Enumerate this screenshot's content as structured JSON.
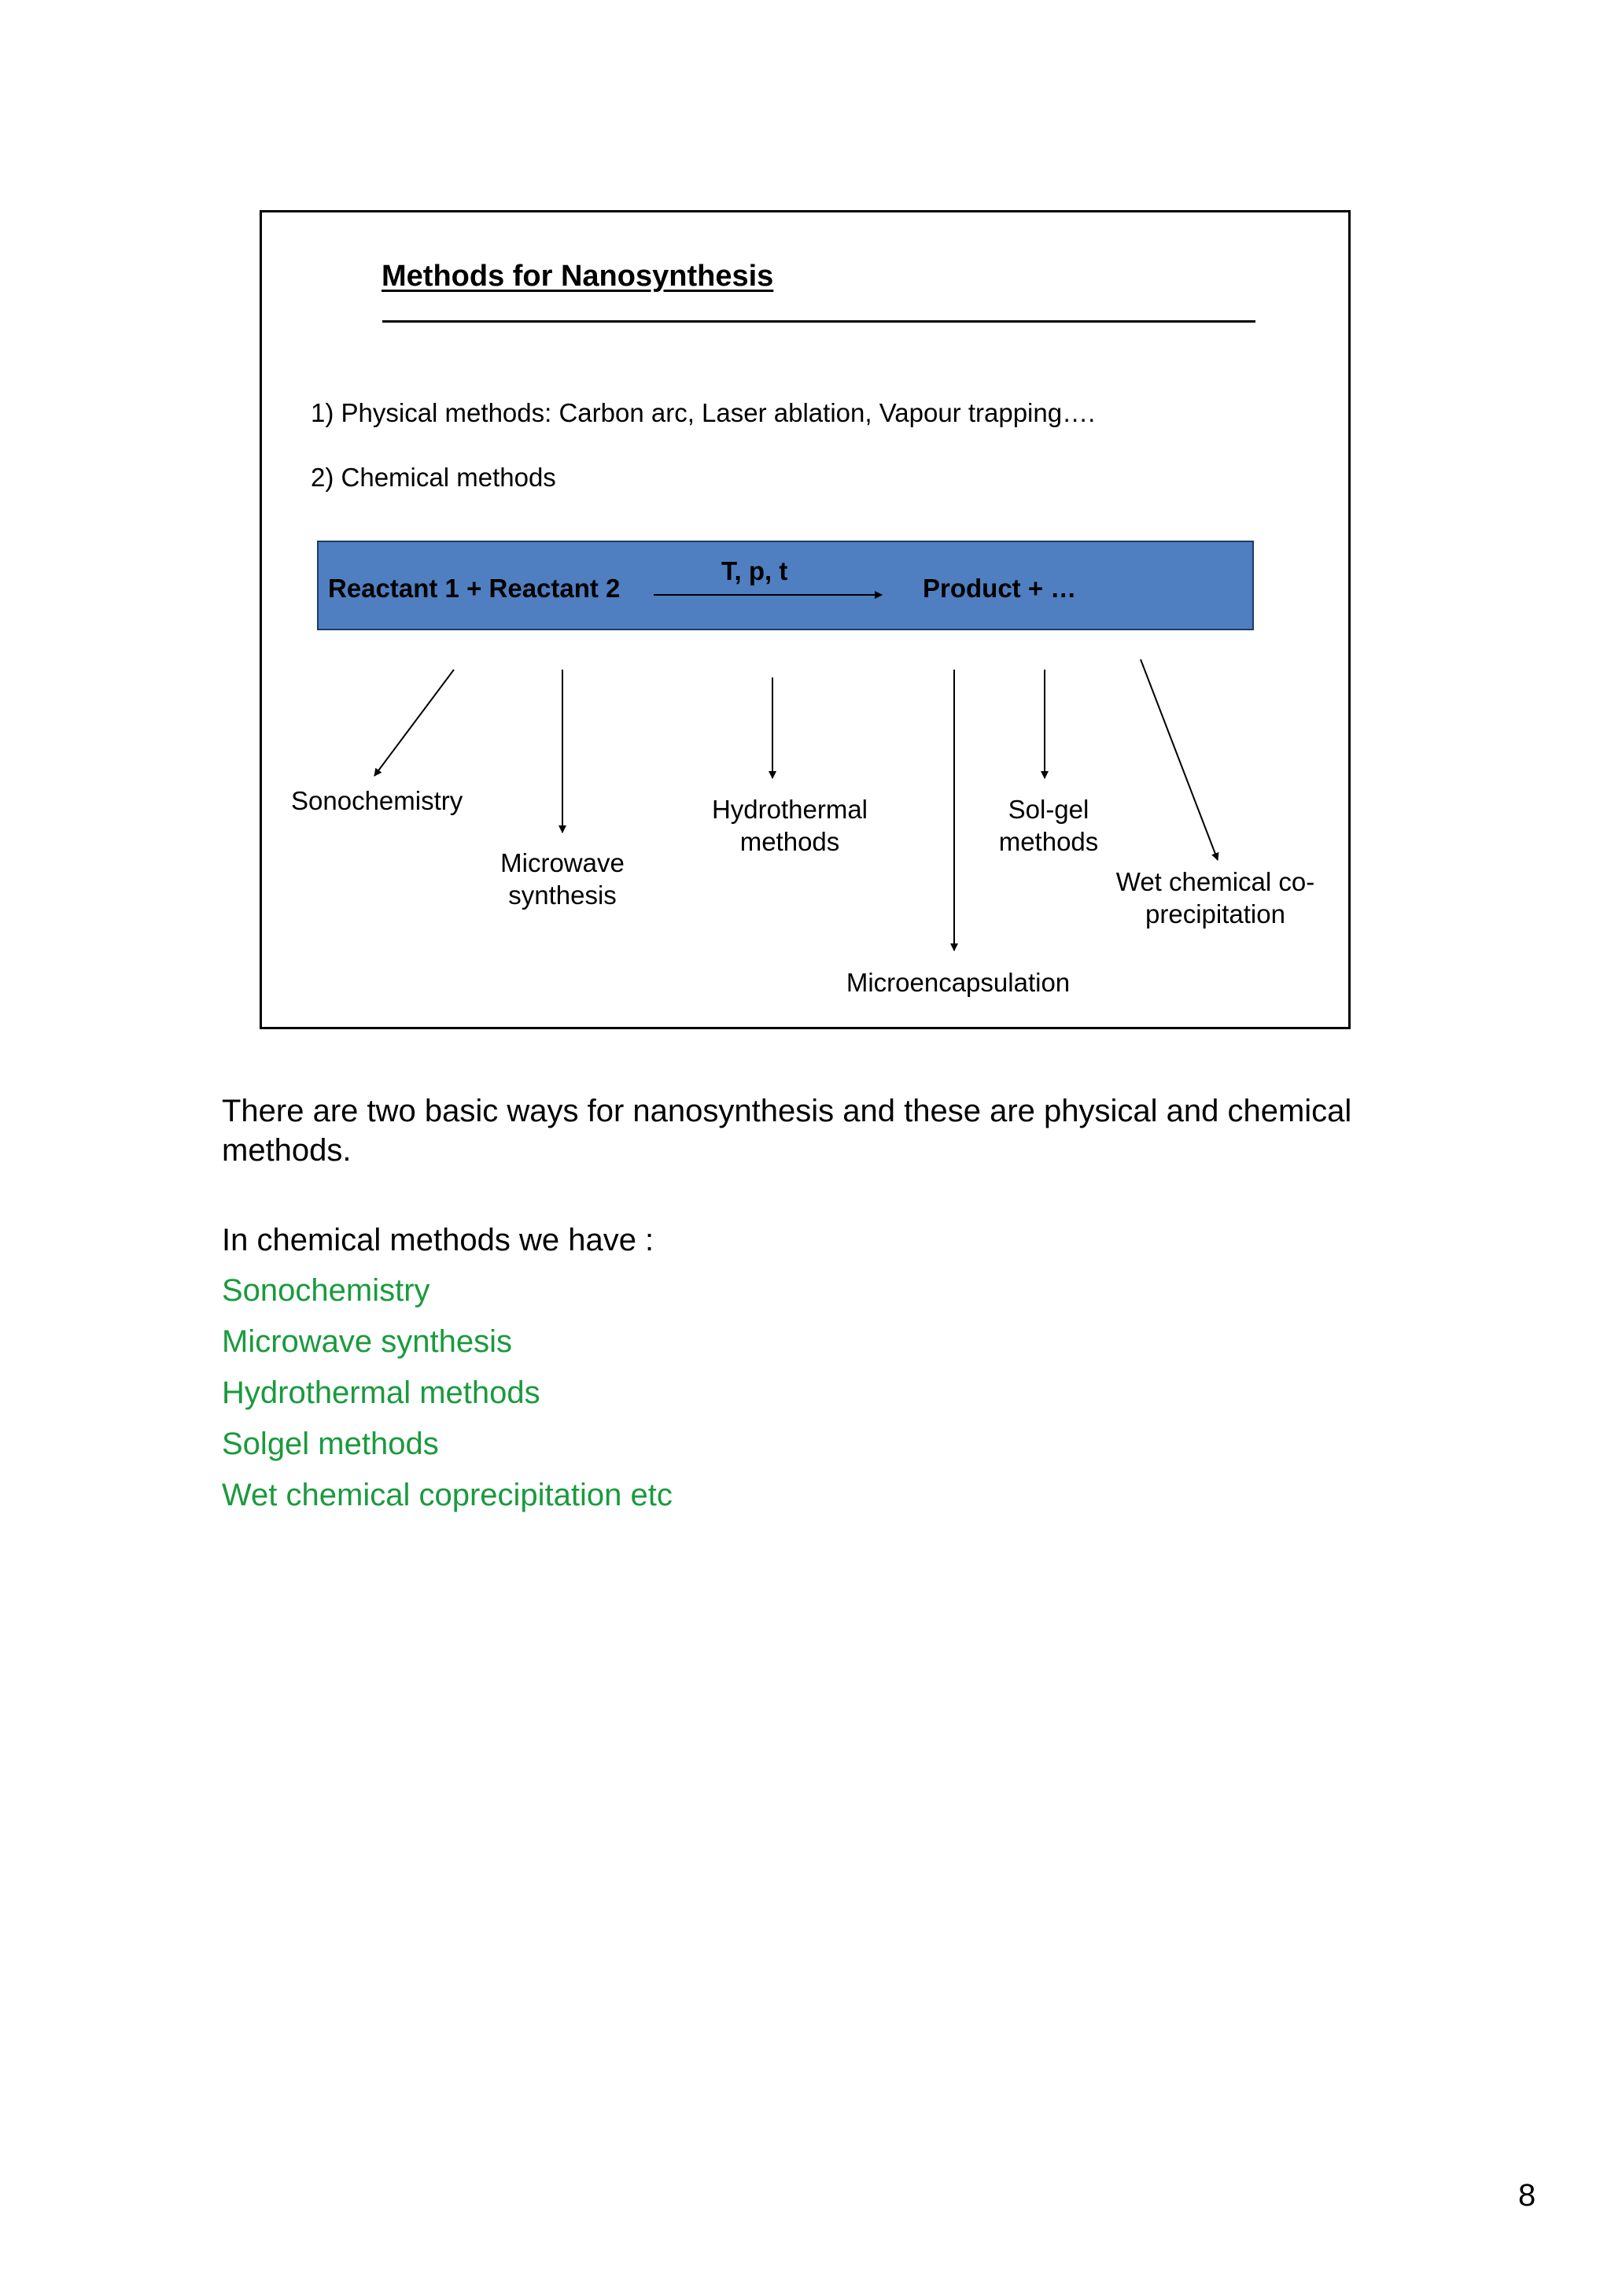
{
  "figure": {
    "title": "Methods for Nanosynthesis",
    "physical_methods": "1) Physical methods: Carbon arc, Laser ablation, Vapour trapping….",
    "chemical_methods": "2) Chemical methods",
    "reaction": {
      "reactants": "Reactant 1 +  Reactant 2",
      "conditions": "T, p, t",
      "product": "Product + …"
    },
    "colors": {
      "reaction_bar": "#4f7fc0",
      "highlight_text": "#1a9a3d"
    },
    "methods": {
      "sonochemistry": "Sonochemistry",
      "microwave": [
        "Microwave",
        "synthesis"
      ],
      "hydrothermal": [
        "Hydrothermal",
        "methods"
      ],
      "solgel": [
        "Sol-gel",
        "methods"
      ],
      "wetchem": [
        "Wet chemical co-",
        "precipitation"
      ],
      "microencapsulation": "Microencapsulation"
    }
  },
  "body": {
    "intro": "There are two basic ways for nanosynthesis and these are physical and chemical methods.",
    "chem_heading": "In chemical methods we have :",
    "chem_list": [
      "Sonochemistry",
      "Microwave synthesis",
      "Hydrothermal methods",
      "Solgel methods",
      "Wet chemical coprecipitation etc"
    ]
  },
  "page_number": "8"
}
